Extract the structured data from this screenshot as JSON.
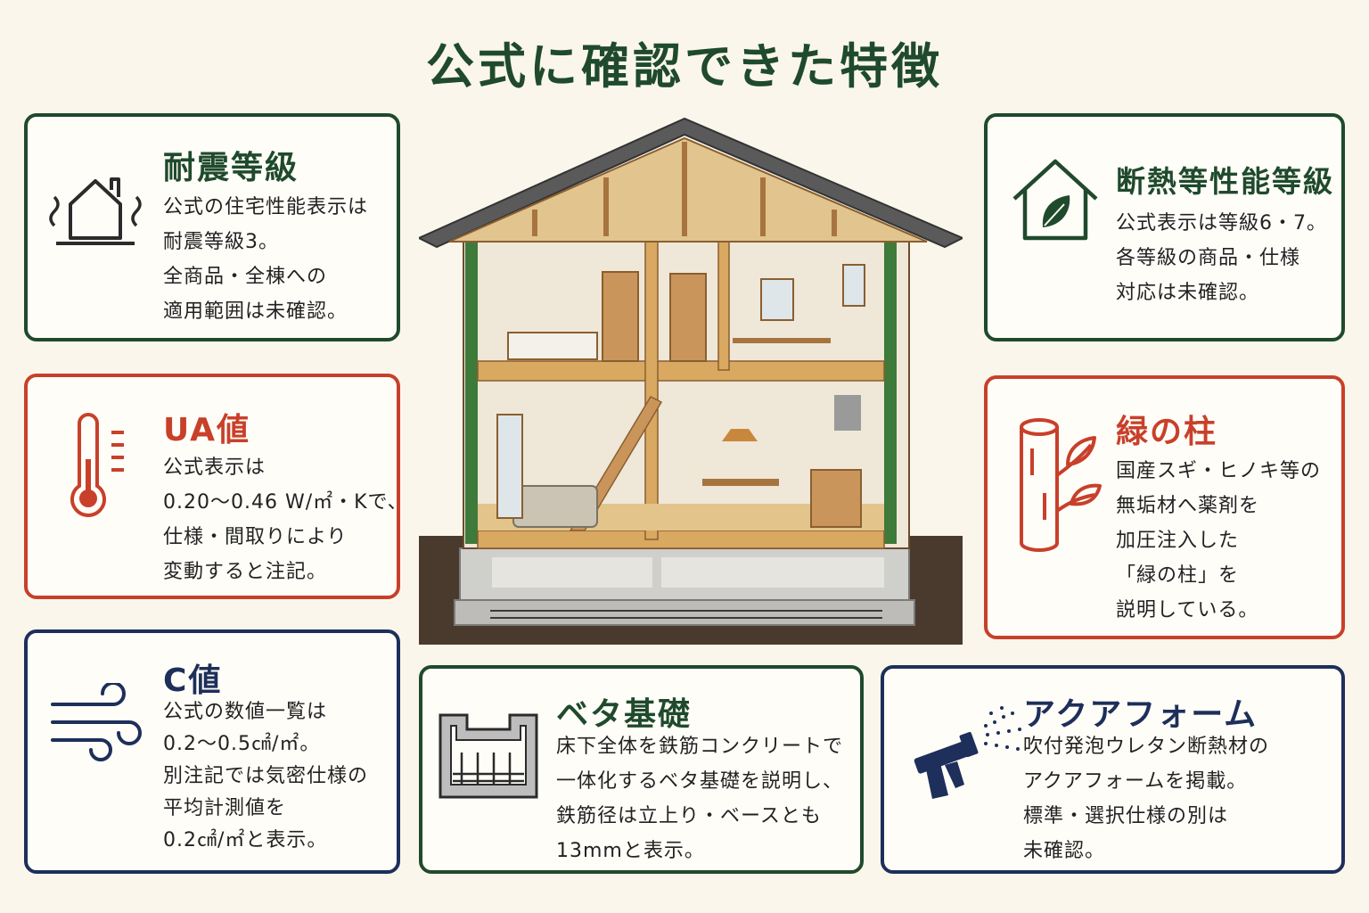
{
  "title": "公式に確認できた特徴",
  "colors": {
    "green": "#1f4a2c",
    "red": "#c8402a",
    "navy": "#1d2f5a",
    "background": "#fbf6ec"
  },
  "cards": {
    "taishin": {
      "icon": "shaking-house-icon",
      "heading": "耐震等級",
      "lines": [
        "公式の住宅性能表示は",
        "耐震等級3。",
        "全商品・全棟への",
        "適用範囲は未確認。"
      ]
    },
    "ua": {
      "icon": "thermometer-icon",
      "heading": "UA値",
      "lines": [
        "公式表示は",
        "0.20〜0.46 W/㎡・Kで、",
        "仕様・間取りにより",
        "変動すると注記。"
      ]
    },
    "c": {
      "icon": "wind-icon",
      "heading": "C値",
      "lines": [
        "公式の数値一覧は",
        "0.2〜0.5㎠/㎡。",
        "別注記では気密仕様の",
        "平均計測値を",
        "0.2㎠/㎡と表示。"
      ]
    },
    "dannetsu": {
      "icon": "eco-house-leaf-icon",
      "heading": "断熱等性能等級",
      "lines": [
        "公式表示は等級6・7。",
        "各等級の商品・仕様",
        "対応は未確認。"
      ]
    },
    "midori": {
      "icon": "log-with-leaves-icon",
      "heading": "緑の柱",
      "lines": [
        "国産スギ・ヒノキ等の",
        "無垢材へ薬剤を",
        "加圧注入した",
        "「緑の柱」を",
        "説明している。"
      ]
    },
    "beta": {
      "icon": "foundation-rebar-icon",
      "heading": "ベタ基礎",
      "lines": [
        "床下全体を鉄筋コンクリートで",
        "一体化するベタ基礎を説明し、",
        "鉄筋径は立上り・ベースとも",
        "13mmと表示。"
      ]
    },
    "aqua": {
      "icon": "spray-gun-icon",
      "heading": "アクアフォーム",
      "lines": [
        "吹付発泡ウレタン断熱材の",
        "アクアフォームを掲載。",
        "標準・選択仕様の別は",
        "未確認。"
      ]
    }
  },
  "illustration": {
    "icon": "house-cutaway-illustration"
  }
}
